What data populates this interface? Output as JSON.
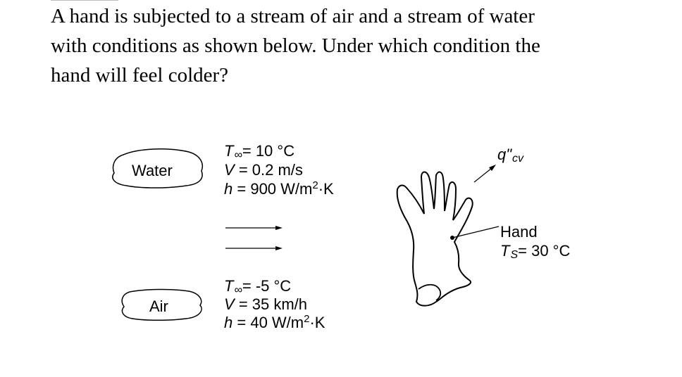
{
  "question": {
    "lines": [
      "A hand is subjected to a stream of air and a stream of water",
      "with conditions as shown below. Under which condition the",
      "hand will feel colder?"
    ]
  },
  "water": {
    "label": "Water",
    "t_inf_eq": "= 10 °C",
    "v_eq": "= 0.2 m/s",
    "h_eq": "= 900 W/m",
    "h_exp": "2",
    "h_unit_tail": "·K"
  },
  "air": {
    "label": "Air",
    "t_inf_eq": "= -5 °C",
    "v_eq": "= 35 km/h",
    "h_eq": "= 40 W/m",
    "h_exp": "2",
    "h_unit_tail": "·K"
  },
  "symbols": {
    "T": "T",
    "inf": "∞",
    "V": "V",
    "h": "h",
    "q_flux": "q\"",
    "cv": "cv"
  },
  "hand": {
    "label": "Hand",
    "ts_sub": "S",
    "ts_eq": "= 30 °C"
  }
}
